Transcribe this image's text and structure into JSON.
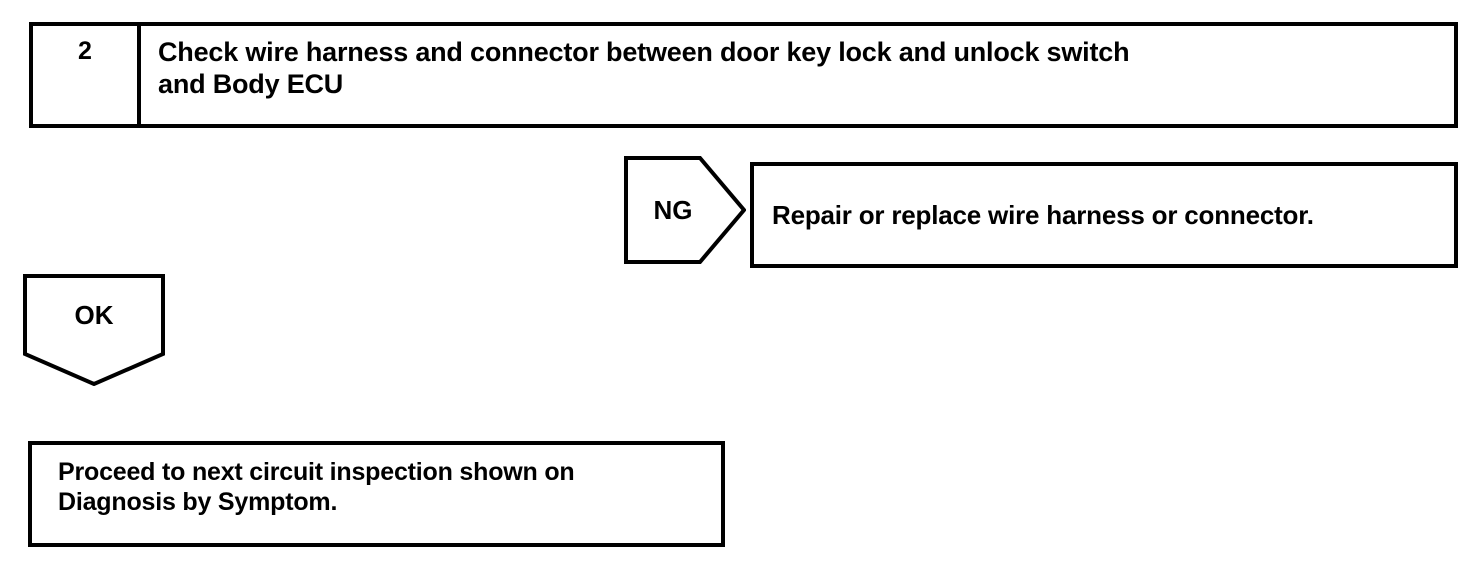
{
  "diagram": {
    "type": "troubleshooting-flowchart",
    "step": {
      "number": "2",
      "instruction": "Check wire harness and connector between door key lock and unlock switch\nand Body ECU"
    },
    "branches": {
      "ng": {
        "label": "NG",
        "result": "Repair or replace wire harness or connector."
      },
      "ok": {
        "label": "OK",
        "result": "Proceed to next circuit inspection shown on\nDiagnosis by Symptom."
      }
    },
    "colors": {
      "stroke": "#000000",
      "background": "#ffffff",
      "text": "#000000"
    }
  }
}
